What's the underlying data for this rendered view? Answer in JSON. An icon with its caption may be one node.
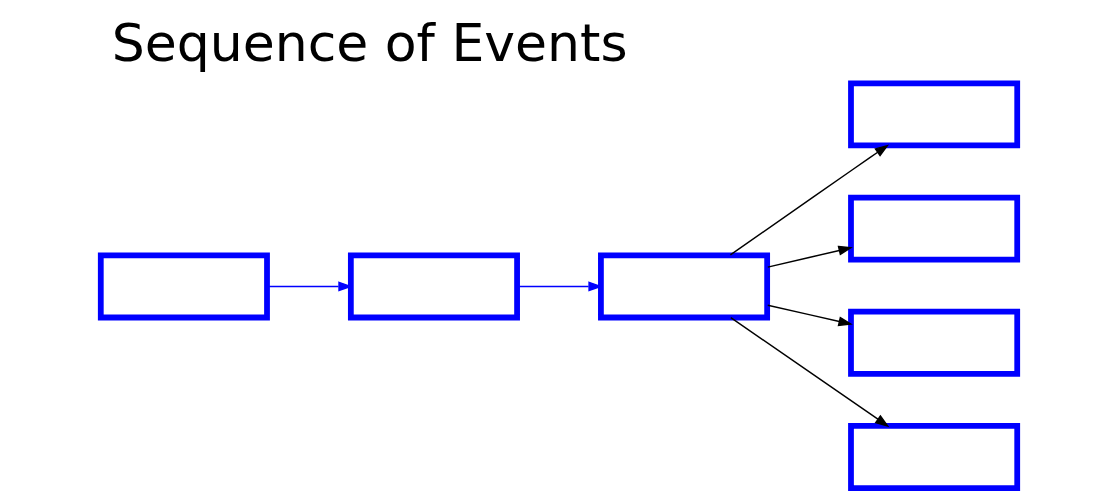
{
  "diagram": {
    "title": "Sequence of Events",
    "nodes": [
      {
        "text": [],
        "shape": "box"
      },
      {
        "text": [],
        "shape": "box"
      },
      {
        "text": [],
        "shape": "box"
      },
      {
        "text": [],
        "shape": "box"
      },
      {
        "text": [],
        "shape": "box"
      },
      {
        "text": [],
        "shape": "box"
      },
      {
        "text": [],
        "shape": "box"
      }
    ],
    "edges": [
      {
        "from": 0,
        "to": 1,
        "arrow": "to",
        "color": "#0000ff"
      },
      {
        "from": 1,
        "to": 2,
        "arrow": "to",
        "color": "#0000ff"
      },
      {
        "from": 2,
        "to": 3,
        "arrow": "to"
      },
      {
        "from": 2,
        "to": 4,
        "arrow": "to"
      },
      {
        "from": 2,
        "to": 5,
        "arrow": "to"
      },
      {
        "from": 2,
        "to": 6,
        "arrow": "to"
      }
    ]
  }
}
